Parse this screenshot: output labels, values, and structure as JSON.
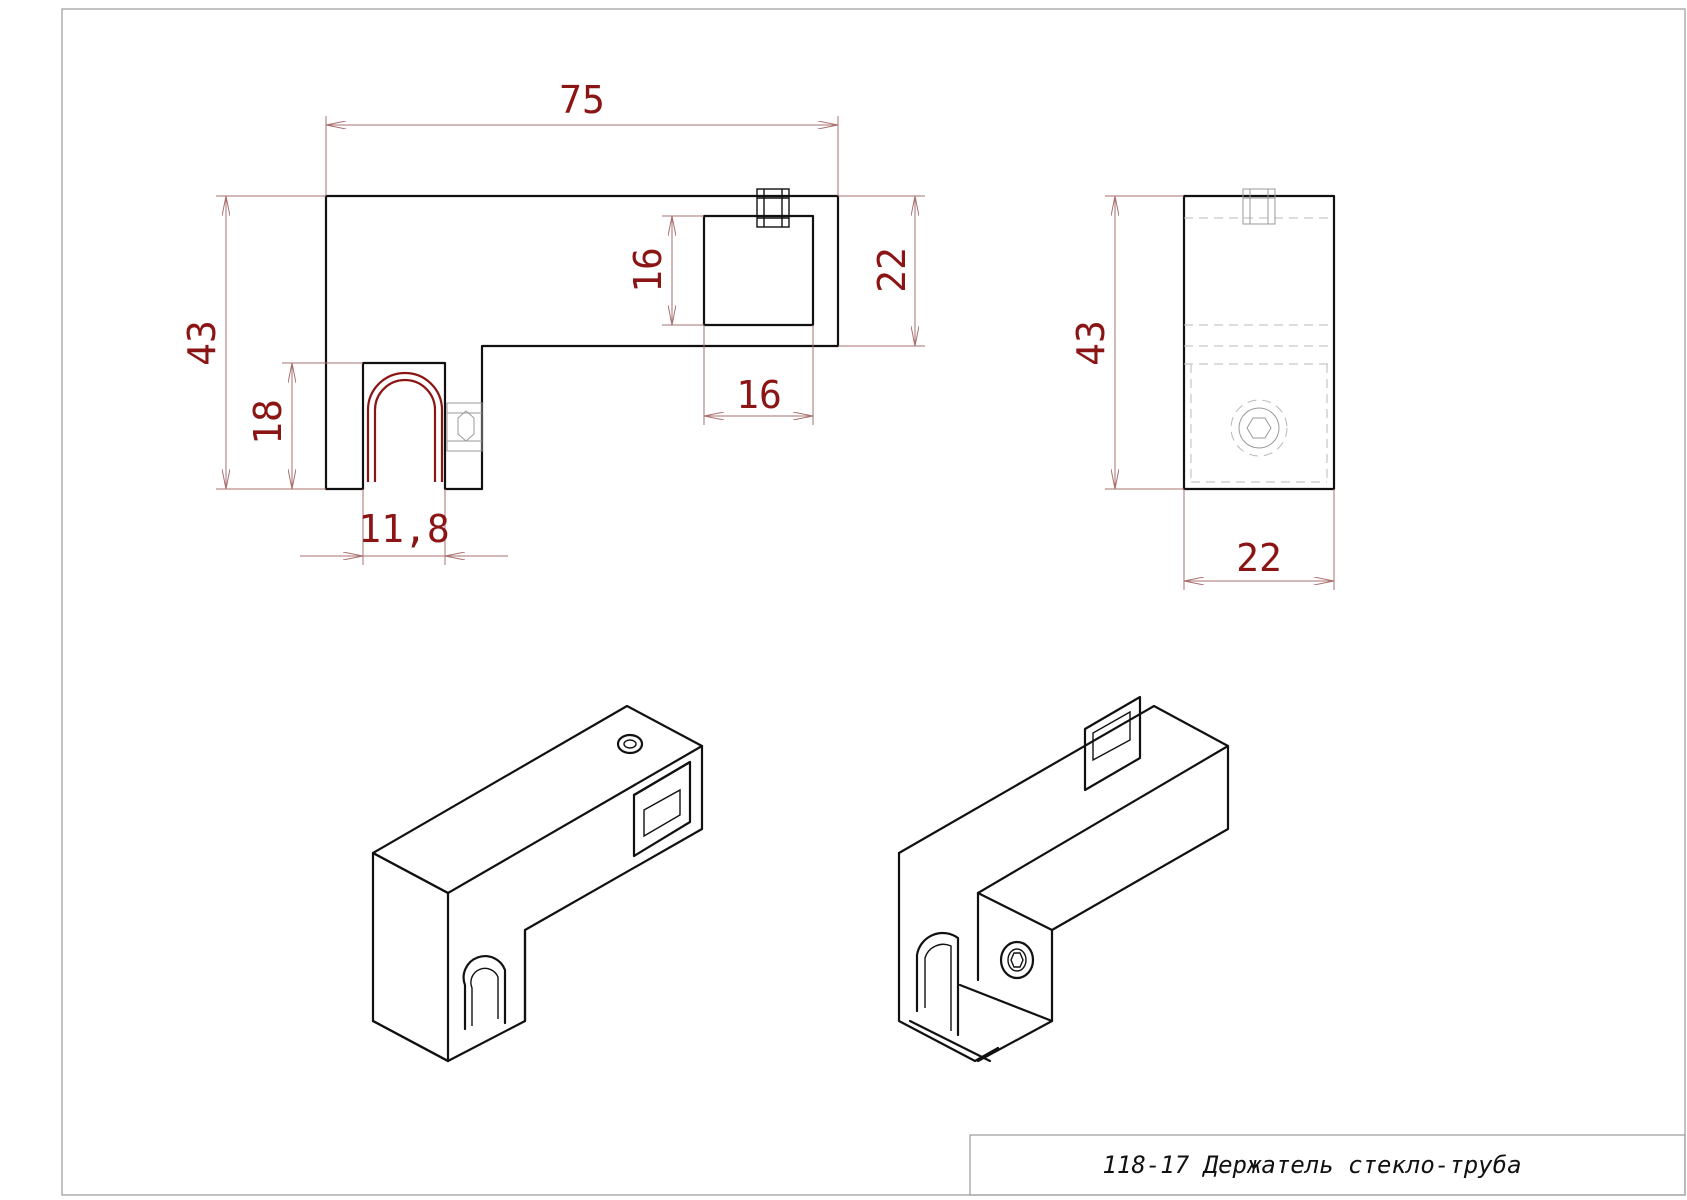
{
  "drawing": {
    "colors": {
      "outline": "#111111",
      "dimension": "#a86f6f",
      "dimension_text": "#8b1414",
      "hidden": "#b8b8b8"
    },
    "title_block": {
      "text": "118-17 Держатель стекло-труба"
    },
    "front_view": {
      "dims": {
        "length": "75",
        "height": "43",
        "tube_height": "22",
        "square_height": "16",
        "square_width": "16",
        "slot_depth": "18",
        "slot_width": "11,8"
      }
    },
    "side_view": {
      "dims": {
        "height": "43",
        "width": "22"
      }
    },
    "icons": {
      "set_screw_top": "set-screw-icon",
      "set_screw_side": "set-screw-icon",
      "hex_socket": "hex-socket-icon"
    }
  }
}
